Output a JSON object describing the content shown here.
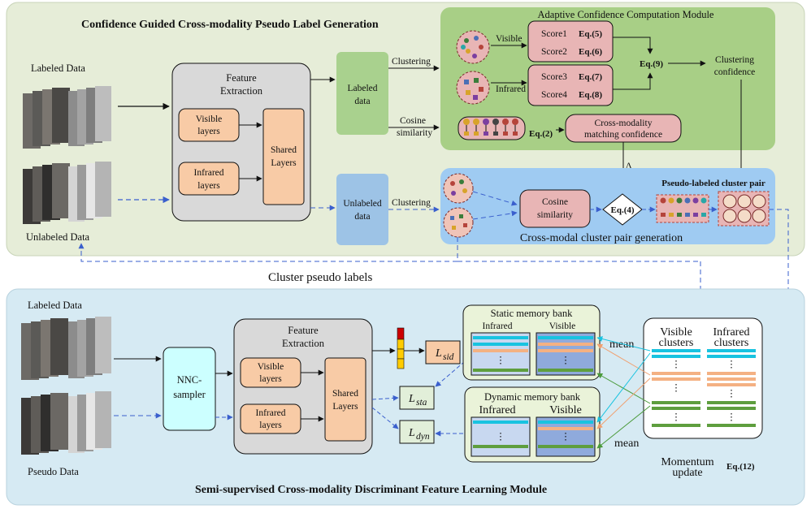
{
  "top_panel": {
    "title": "Confidence Guided Cross-modality Pseudo Label Generation",
    "labeled_data": "Labeled Data",
    "unlabeled_data": "Unlabeled Data",
    "feature_extraction": [
      "Feature",
      "Extraction"
    ],
    "visible_layers": [
      "Visible",
      "layers"
    ],
    "infrared_layers": [
      "Infrared",
      "layers"
    ],
    "shared_layers": [
      "Shared",
      "Layers"
    ],
    "labeled_box": [
      "Labeled",
      "data"
    ],
    "unlabeled_box": [
      "Unlabeled",
      "data"
    ],
    "clustering": "Clustering",
    "cosine_similarity": [
      "Cosine",
      "similarity"
    ],
    "acc_module": {
      "title": "Adaptive Confidence Computation Module",
      "visible": "Visible",
      "infrared": "Infrared",
      "score1": "Score1",
      "eq5": "Eq.(5)",
      "score2": "Score2",
      "eq6": "Eq.(6)",
      "score3": "Score3",
      "eq7": "Eq.(7)",
      "score4": "Score4",
      "eq8": "Eq.(8)",
      "eq9": "Eq.(9)",
      "clustering_confidence": [
        "Clustering",
        "confidence"
      ],
      "eq2": "Eq.(2)",
      "cross_modality": [
        "Cross-modality",
        "matching confidence"
      ]
    },
    "ccpg": {
      "title": "Cross-modal cluster pair generation",
      "cosine": [
        "Cosine",
        "similarity"
      ],
      "eq4": "Eq.(4)",
      "pseudo_pair": "Pseudo-labeled cluster pair",
      "delta": "Δ"
    },
    "cluster_pseudo_labels": "Cluster pseudo labels"
  },
  "bottom_panel": {
    "title": "Semi-supervised Cross-modality Discriminant Feature Learning Module",
    "labeled_data": "Labeled Data",
    "pseudo_data": "Pseudo Data",
    "nnc": [
      "NNC-",
      "sampler"
    ],
    "feature_extraction": [
      "Feature",
      "Extraction"
    ],
    "visible_layers": [
      "Visible",
      "layers"
    ],
    "infrared_layers": [
      "Infrared",
      "layers"
    ],
    "shared_layers": [
      "Shared",
      "Layers"
    ],
    "loss_sid": "sid",
    "loss_sta": "sta",
    "loss_dyn": "dyn",
    "loss_symbol": "L",
    "static_bank": "Static  memory bank",
    "dynamic_bank": "Dynamic memory bank",
    "infrared": "Infrared",
    "visible": "Visible",
    "mean1": "mean",
    "mean2": "mean",
    "visible_clusters": [
      "Visible",
      "clusters"
    ],
    "infrared_clusters": [
      "Infrared",
      "clusters"
    ],
    "momentum": [
      "Momentum",
      "update"
    ],
    "eq12": "Eq.(12)"
  },
  "colors": {
    "top_bg": "#e6edd8",
    "bottom_bg": "#d6eaf3",
    "acc_bg": "#a8cf86",
    "ccpg_bg": "#9fcbf2",
    "gray_box": "#d9d9d9",
    "peach": "#f8cba6",
    "pink": "#e8b5b5",
    "green_box": "#a9d18e",
    "blue_box": "#9dc3e6",
    "cyan_box": "#ccffff",
    "loss_box": "#e2efd9",
    "bank_bg": "#eaf3d9",
    "dashed_blue": "#3a5fcd"
  }
}
